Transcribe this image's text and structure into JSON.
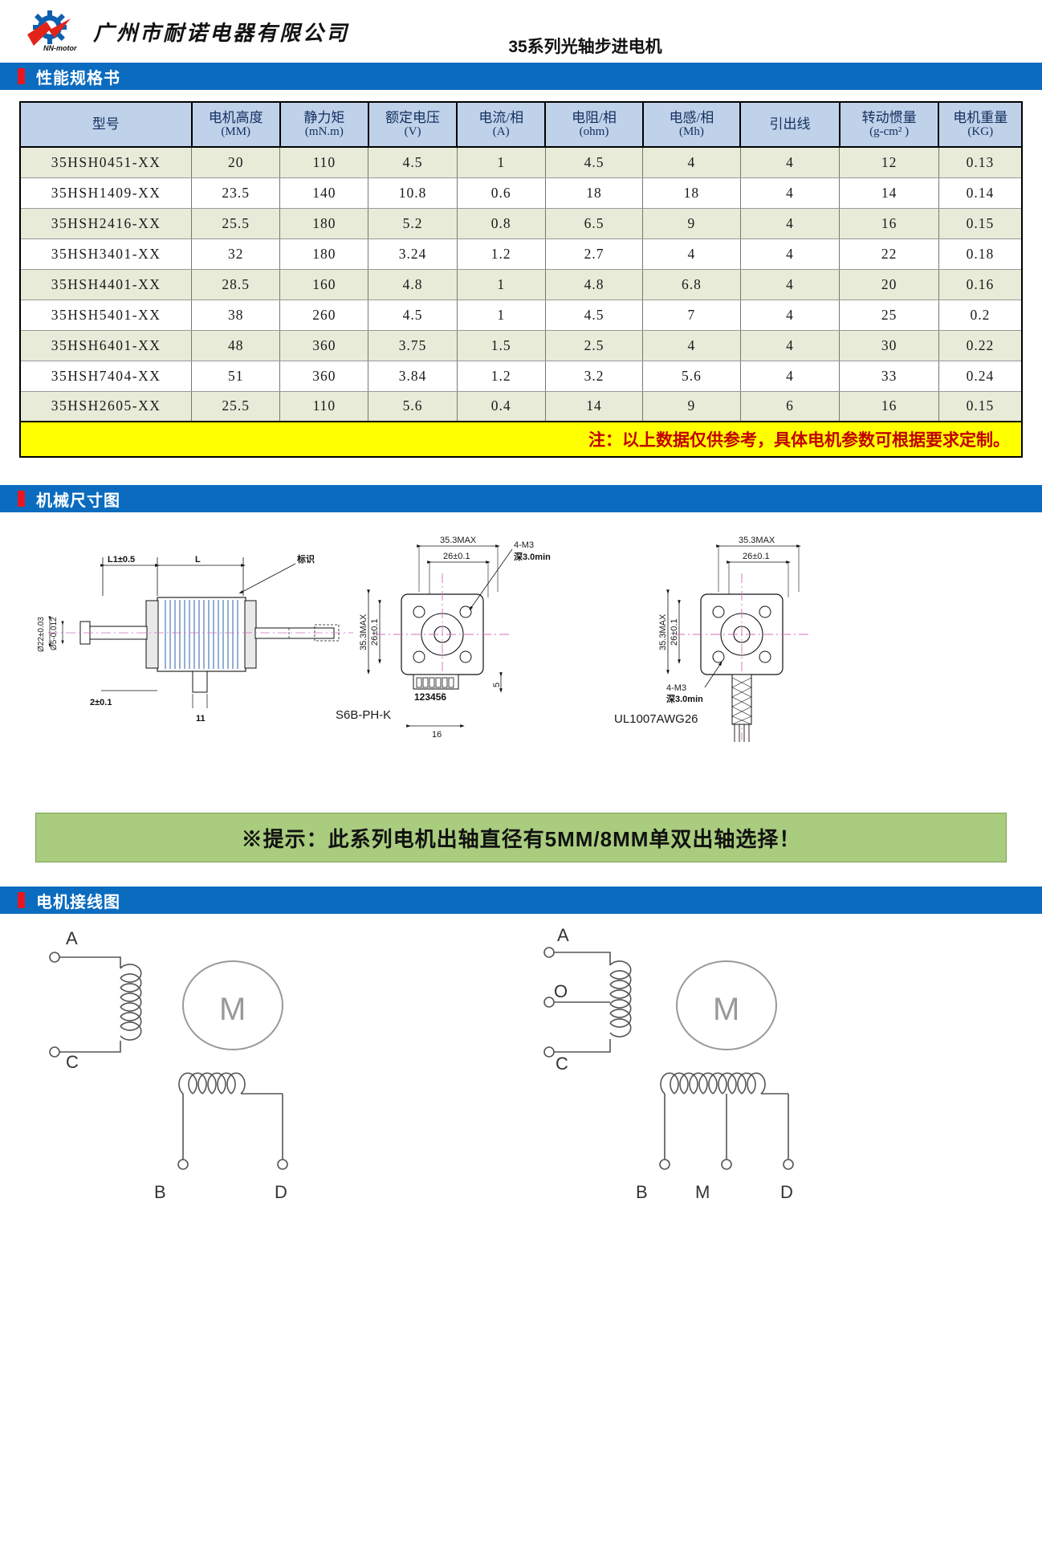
{
  "header": {
    "company_name": "广州市耐诺电器有限公司",
    "logo_sub": "NN-motor",
    "doc_title": "35系列光轴步进电机"
  },
  "sections": {
    "spec": "性能规格书",
    "dimensions": "机械尺寸图",
    "wiring": "电机接线图"
  },
  "spec_table": {
    "headers": [
      {
        "title": "型号",
        "unit": ""
      },
      {
        "title": "电机高度",
        "unit": "(MM)"
      },
      {
        "title": "静力矩",
        "unit": "(mN.m)"
      },
      {
        "title": "额定电压",
        "unit": "(V)"
      },
      {
        "title": "电流/相",
        "unit": "(A)"
      },
      {
        "title": "电阻/相",
        "unit": "(ohm)"
      },
      {
        "title": "电感/相",
        "unit": "(Mh)"
      },
      {
        "title": "引出线",
        "unit": ""
      },
      {
        "title": "转动惯量",
        "unit": "(g-cm² )"
      },
      {
        "title": "电机重量",
        "unit": "(KG)"
      }
    ],
    "rows": [
      [
        "35HSH0451-XX",
        "20",
        "110",
        "4.5",
        "1",
        "4.5",
        "4",
        "4",
        "12",
        "0.13"
      ],
      [
        "35HSH1409-XX",
        "23.5",
        "140",
        "10.8",
        "0.6",
        "18",
        "18",
        "4",
        "14",
        "0.14"
      ],
      [
        "35HSH2416-XX",
        "25.5",
        "180",
        "5.2",
        "0.8",
        "6.5",
        "9",
        "4",
        "16",
        "0.15"
      ],
      [
        "35HSH3401-XX",
        "32",
        "180",
        "3.24",
        "1.2",
        "2.7",
        "4",
        "4",
        "22",
        "0.18"
      ],
      [
        "35HSH4401-XX",
        "28.5",
        "160",
        "4.8",
        "1",
        "4.8",
        "6.8",
        "4",
        "20",
        "0.16"
      ],
      [
        "35HSH5401-XX",
        "38",
        "260",
        "4.5",
        "1",
        "4.5",
        "7",
        "4",
        "25",
        "0.2"
      ],
      [
        "35HSH6401-XX",
        "48",
        "360",
        "3.75",
        "1.5",
        "2.5",
        "4",
        "4",
        "30",
        "0.22"
      ],
      [
        "35HSH7404-XX",
        "51",
        "360",
        "3.84",
        "1.2",
        "3.2",
        "5.6",
        "4",
        "33",
        "0.24"
      ],
      [
        "35HSH2605-XX",
        "25.5",
        "110",
        "5.6",
        "0.4",
        "14",
        "9",
        "6",
        "16",
        "0.15"
      ]
    ],
    "note": "注：以上数据仅供参考，具体电机参数可根据要求定制。"
  },
  "tip_banner": "※提示：此系列电机出轴直径有5MM/8MM单双出轴选择！",
  "drawings": {
    "side_view": {
      "dim_l1": "L1±0.5",
      "dim_l": "L",
      "marker_label": "标识",
      "shaft_dia_1": "Ø22±0.03",
      "shaft_dia_2": "Ø5-0.012",
      "dim_bottom": "2±0.1",
      "dim_11": "11"
    },
    "front_view_connector": {
      "dim_top": "35.3MAX",
      "dim_inner": "26±0.1",
      "dim_left": "35.3MAX",
      "dim_left_inner": "26±0.1",
      "thread_callout": "4-M3",
      "thread_depth": "深3.0min",
      "connector_pins": "123456",
      "connector_name": "S6B-PH-K",
      "dim_conn_width": "16",
      "dim_conn_height": "5"
    },
    "front_view_wire": {
      "dim_top": "35.3MAX",
      "dim_inner": "26±0.1",
      "dim_left": "35.3MAX",
      "dim_left_inner": "26±0.1",
      "thread_callout": "4-M3",
      "thread_depth": "深3.0min",
      "wire_label": "UL1007AWG26"
    }
  },
  "wiring_diagrams": {
    "bipolar": {
      "terminals": [
        "A",
        "C",
        "B",
        "D"
      ],
      "motor_symbol": "M"
    },
    "unipolar": {
      "terminals": [
        "A",
        "O",
        "C",
        "B",
        "M",
        "D"
      ],
      "motor_symbol": "M"
    }
  },
  "colors": {
    "section_bar": "#0B6CBF",
    "tick": "#E8161F",
    "note_bg": "#FFFF00",
    "note_text": "#C00000",
    "tip_bg": "#A9CC7E",
    "header_row": "#BFD2EA",
    "alt_row": "#E7EBD8"
  }
}
